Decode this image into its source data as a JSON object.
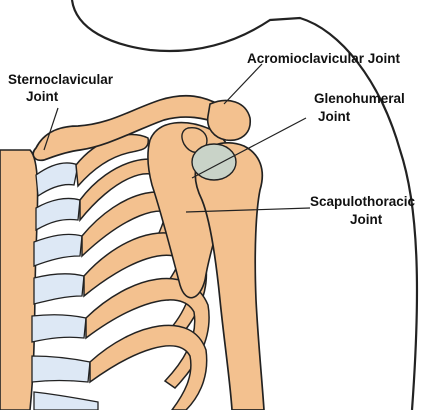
{
  "labels": {
    "sternoclavicular": [
      "Sternoclavicular",
      "Joint"
    ],
    "acromioclavicular": "Acromioclavicular Joint",
    "glenohumeral": [
      "Glenohumeral",
      "Joint"
    ],
    "scapulothoracic": [
      "Scapulothoracic",
      "Joint"
    ]
  },
  "colors": {
    "bone": "#f3c18f",
    "cartilage": "#dde8f5",
    "joint_capsule": "#c9d3c8",
    "outline": "#222222",
    "background": "#ffffff"
  }
}
